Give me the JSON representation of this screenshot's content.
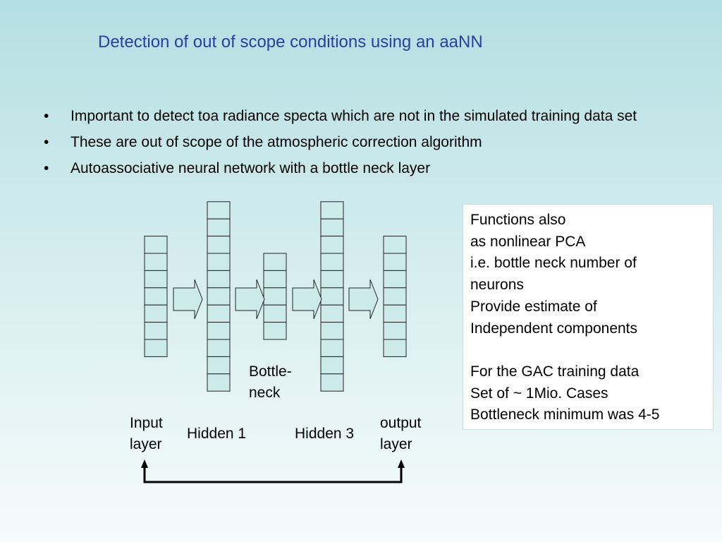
{
  "slide": {
    "title": "Detection of out of scope conditions using an aaNN",
    "bullets": [
      "Important to detect toa radiance specta which are not in the simulated training data set",
      "These are out of scope of the atmospheric correction algorithm",
      "Autoassociative neural network with a bottle neck layer"
    ]
  },
  "diagram": {
    "layers": [
      {
        "label_lines": [
          "Input",
          "layer"
        ],
        "neurons": 7
      },
      {
        "label_lines": [
          "Hidden 1"
        ],
        "neurons": 11
      },
      {
        "label_lines": [
          "Bottle-",
          "neck"
        ],
        "neurons": 5
      },
      {
        "label_lines": [
          "Hidden 3"
        ],
        "neurons": 11
      },
      {
        "label_lines": [
          "output",
          "layer"
        ],
        "neurons": 7
      }
    ]
  },
  "info_box": {
    "lines": [
      "Functions also",
      "as nonlinear PCA",
      "i.e. bottle neck number of",
      "neurons",
      "Provide estimate of",
      "Independent components",
      "",
      "For the GAC training data",
      "Set of ~ 1Mio. Cases",
      "Bottleneck minimum was 4-5"
    ]
  },
  "colors": {
    "title": "#2a3ea0",
    "neuron_fill": "#cdeaea",
    "arrow_fill": "#cdeaea"
  }
}
